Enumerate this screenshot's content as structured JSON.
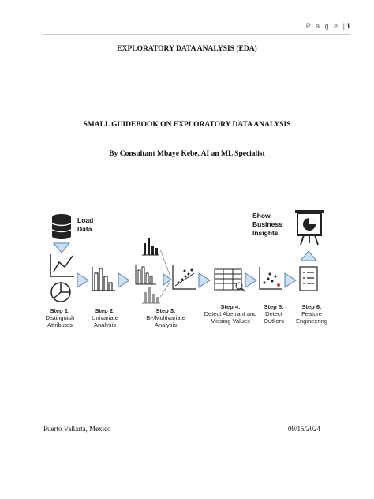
{
  "header": {
    "page_word": "P a g e",
    "page_sep": "|",
    "page_number": "1"
  },
  "document": {
    "title": "EXPLORATORY DATA ANALYSIS (EDA)",
    "subtitle": "SMALL GUIDEBOOK ON EXPLORATORY DATA ANALYSIS",
    "author_line": "By Consultant Mbaye Kebe, AI an ML Specialist"
  },
  "diagram": {
    "load_data": "Load\nData",
    "show_insights": "Show\nBusiness\nInsights",
    "steps": [
      {
        "step": "Step 1:",
        "text": "Distinguish\nAttributes"
      },
      {
        "step": "Step 2:",
        "text": "Univariate\nAnalysis"
      },
      {
        "step": "Step 3:",
        "text": "Bi-/Multivariate\nAnalysis"
      },
      {
        "step": "Step 4:",
        "text": "Detect Aberrant and\nMissing Values"
      },
      {
        "step": "Step 5:",
        "text": "Detect\nOutliers"
      },
      {
        "step": "Step 6:",
        "text": "Feature\nEngineering"
      }
    ],
    "colors": {
      "arrow_fill": "#cfe0f2",
      "arrow_stroke": "#4f81bd",
      "icon": "#222222",
      "outlier": "#e03a2f"
    }
  },
  "footer": {
    "location": "Puerto Vallarta, Mexico",
    "date": "09/15/2024"
  }
}
